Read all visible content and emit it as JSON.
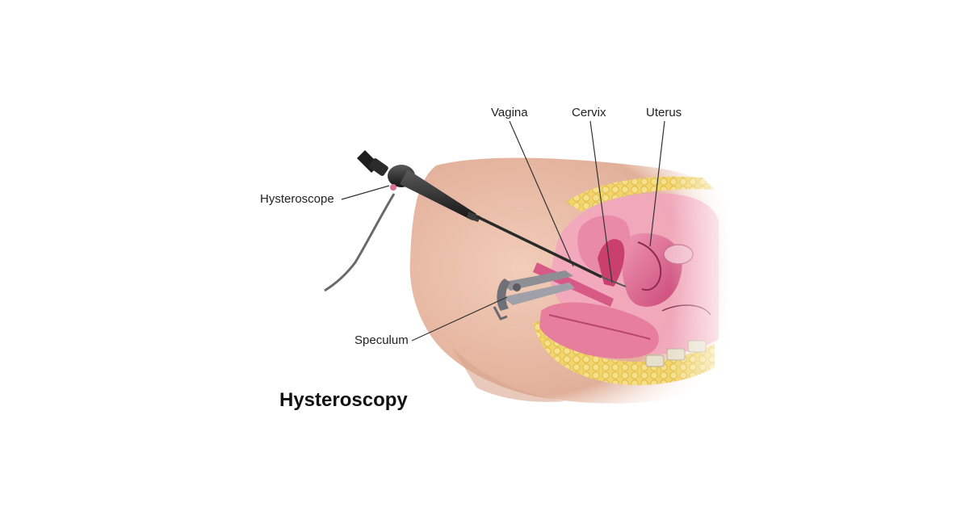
{
  "title": "Hysteroscopy",
  "labels": {
    "vagina": "Vagina",
    "cervix": "Cervix",
    "uterus": "Uterus",
    "hysteroscope": "Hysteroscope",
    "speculum": "Speculum"
  },
  "colors": {
    "skin": "#e8b9a4",
    "fat": "#f0cf5a",
    "tissue_pink": "#e6789c",
    "uterus_wall": "#d9527e",
    "instrument": "#2a2a2a",
    "speculum_metal": "#9a9aa0",
    "leader_line": "#333333"
  }
}
